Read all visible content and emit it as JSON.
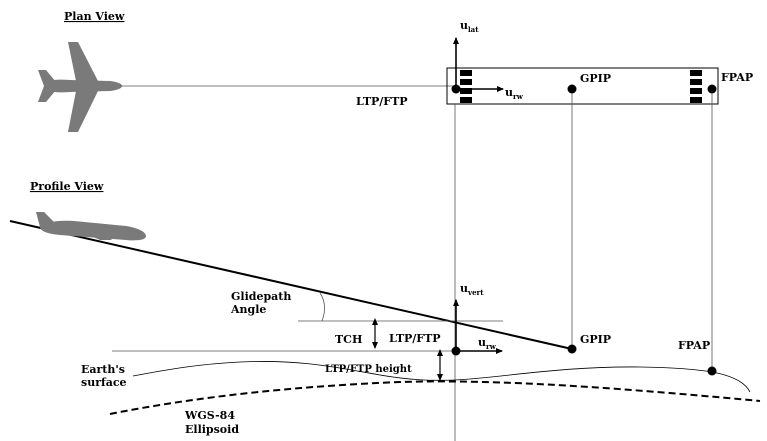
{
  "plan": {
    "title": "Plan View",
    "u_lat": "u",
    "u_lat_sub": "lat",
    "u_rw": "u",
    "u_rw_sub": "rw",
    "ltp": "LTP/FTP",
    "gpip": "GPIP",
    "fpap": "FPAP"
  },
  "profile": {
    "title": "Profile View",
    "u_vert": "u",
    "u_vert_sub": "vert",
    "u_rw": "u",
    "u_rw_sub": "rw",
    "glidepath_line1": "Glidepath",
    "glidepath_line2": "Angle",
    "tch": "TCH",
    "ltp": "LTP/FTP",
    "gpip": "GPIP",
    "fpap": "FPAP",
    "ltp_height": "LTP/FTP height",
    "earth_line1": "Earth's",
    "earth_line2": "surface",
    "wgs_line1": "WGS-84",
    "wgs_line2": "Ellipsoid"
  },
  "colors": {
    "ink": "#000000",
    "aircraft": "#7a7a7a",
    "thin_line": "#555555"
  },
  "icons": [
    "plan-aircraft-icon",
    "profile-aircraft-icon"
  ]
}
